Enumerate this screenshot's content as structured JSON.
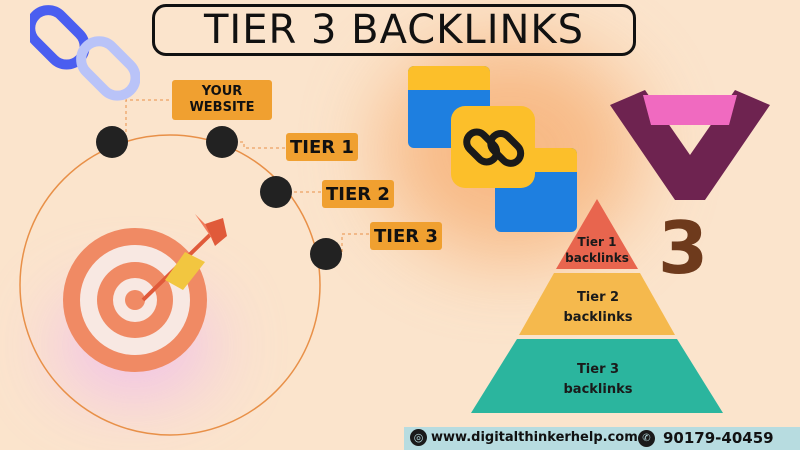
{
  "title": "TIER 3 BACKLINKS",
  "labels": {
    "your_website": "YOUR WEBSITE",
    "tier1": "TIER 1",
    "tier2": "TIER 2",
    "tier3": "TIER 3"
  },
  "pyramid": {
    "top": "Tier 1 backlinks",
    "middle": "Tier 2 backlinks",
    "bottom": "Tier 3 backlinks"
  },
  "big_number": "3",
  "footer": {
    "website": "www.digitalthinkerhelp.com",
    "phone": "90179-40459"
  },
  "colors": {
    "orange_tag": "#f0a030",
    "pyramid_top": "#e8654e",
    "pyramid_middle": "#f5b94d",
    "pyramid_bottom": "#2bb59e",
    "medal_ribbon": "#6e2350",
    "medal_pink": "#f06ac0",
    "number_color": "#6e3a1c"
  },
  "icons": [
    "chain-link-icon",
    "target-dart-icon",
    "browser-windows-link-icon",
    "medal-ribbon-icon",
    "globe-icon",
    "phone-icon"
  ]
}
